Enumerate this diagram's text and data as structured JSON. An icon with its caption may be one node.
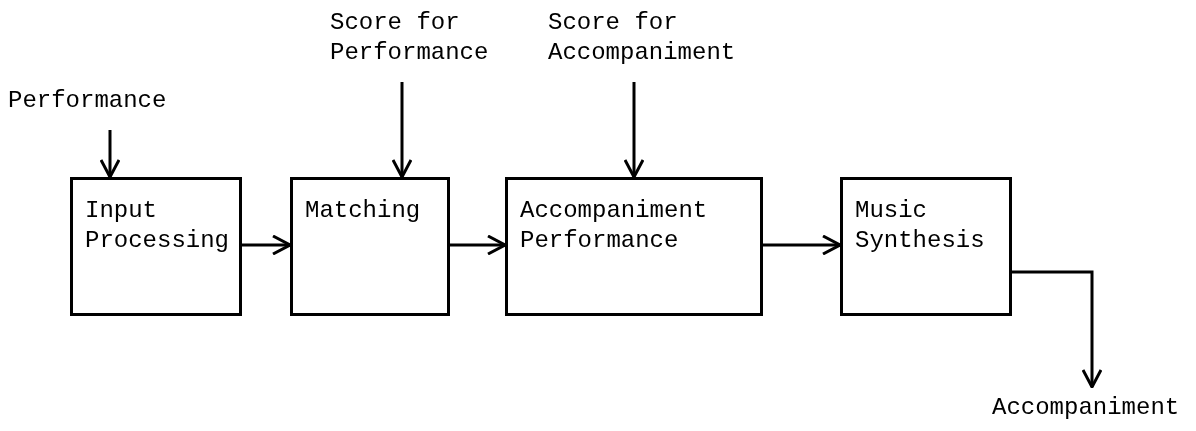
{
  "diagram": {
    "nodes": [
      {
        "text": [
          "Performance"
        ]
      },
      {
        "text": [
          "Score for Performance"
        ]
      },
      {
        "text": [
          "Score for Accompaniment"
        ]
      },
      {
        "text": [
          "Input Processing"
        ]
      },
      {
        "text": [
          "Matching"
        ]
      },
      {
        "text": [
          "Accompaniment Performance"
        ]
      },
      {
        "text": [
          "Music Synthesis"
        ]
      },
      {
        "text": [
          "Accompaniment"
        ]
      }
    ],
    "edges": [
      {
        "from": 0,
        "to": 3,
        "arrow": "to"
      },
      {
        "from": 3,
        "to": 4,
        "arrow": "to"
      },
      {
        "from": 1,
        "to": 4,
        "arrow": "to"
      },
      {
        "from": 4,
        "to": 5,
        "arrow": "to"
      },
      {
        "from": 2,
        "to": 5,
        "arrow": "to"
      },
      {
        "from": 5,
        "to": 6,
        "arrow": "to"
      },
      {
        "from": 6,
        "to": 7,
        "arrow": "to"
      }
    ]
  }
}
